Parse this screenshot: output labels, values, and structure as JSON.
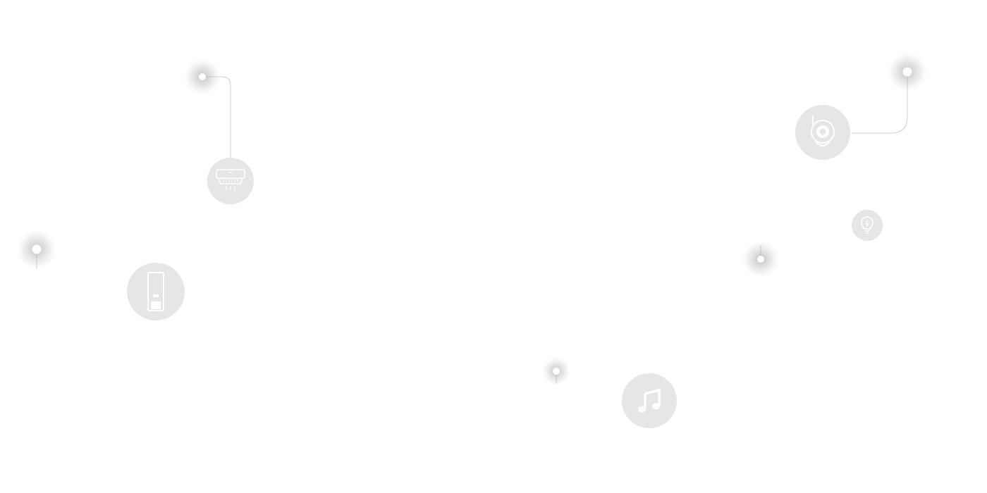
{
  "scene": {
    "background": "#ffffff",
    "bubble_color": "#e6e6e6",
    "line_color": "#cfcfcf"
  },
  "devices": [
    {
      "id": "range-hood",
      "icon": "range-hood-icon"
    },
    {
      "id": "smart-lock",
      "icon": "door-lock-icon"
    },
    {
      "id": "security-camera",
      "icon": "camera-icon"
    },
    {
      "id": "smart-bulb",
      "icon": "lightbulb-icon"
    },
    {
      "id": "speaker",
      "icon": "music-note-icon"
    }
  ]
}
